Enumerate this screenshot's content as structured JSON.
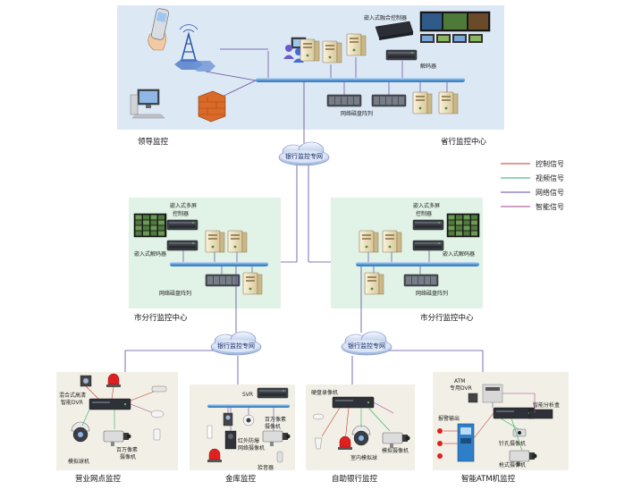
{
  "colors": {
    "control": "#c0392b",
    "video": "#27ae60",
    "network": "#5b4a9e",
    "smart": "#a04a8e",
    "bus": "#6fa8dc",
    "panel_top": "#dde8f5",
    "panel_city": "#e1f2e6",
    "panel_branch": "#f2f0e6"
  },
  "legend": [
    {
      "label": "控制信号",
      "color": "#c0392b"
    },
    {
      "label": "视频信号",
      "color": "#27ae60"
    },
    {
      "label": "网络信号",
      "color": "#5b4a9e"
    },
    {
      "label": "智能信号",
      "color": "#a04a8e"
    }
  ],
  "top": {
    "left_label": "领导监控",
    "right_label": "省行监控中心",
    "embedded_controller": "嵌入式融合控制器",
    "decoder": "解码器",
    "disk_array": "网络磁盘阵列"
  },
  "cloud_top": "银行监控专网",
  "city_left": {
    "title": "市分行监控中心",
    "controller_line1": "嵌入式多屏",
    "controller_line2": "控制器",
    "decoder": "嵌入式解码器",
    "disk_array": "网络磁盘阵列"
  },
  "city_right": {
    "title": "市分行监控中心",
    "controller_line1": "嵌入式多屏",
    "controller_line2": "控制器",
    "decoder": "嵌入式解码器",
    "disk_array": "网络磁盘阵列"
  },
  "cloud_left": "银行监控专网",
  "cloud_right": "银行监控专网",
  "branch1": {
    "title": "营业网点监控",
    "dvr_line1": "混合式高清",
    "dvr_line2": "智能DVR",
    "dome": "模拟球机",
    "camera_line1": "百万像素",
    "camera_line2": "摄像机"
  },
  "branch2": {
    "title": "金库监控",
    "svr": "SVR",
    "camera_line1": "百万像素",
    "camera_line2": "摄像机",
    "ir_line1": "红外防爆",
    "ir_line2": "网络摄像机",
    "pickup": "拾音器"
  },
  "branch3": {
    "title": "自助银行监控",
    "recorder": "硬盘录像机",
    "indoor": "室内模拟球",
    "analog_camera": "模拟摄像机"
  },
  "branch4": {
    "title": "智能ATM机监控",
    "atm_line1": "ATM",
    "atm_line2": "专用DVR",
    "alarm_out": "报警输出",
    "analysis": "智能分析盒",
    "pinhole": "针孔摄像机",
    "gun": "枪式摄像机"
  }
}
